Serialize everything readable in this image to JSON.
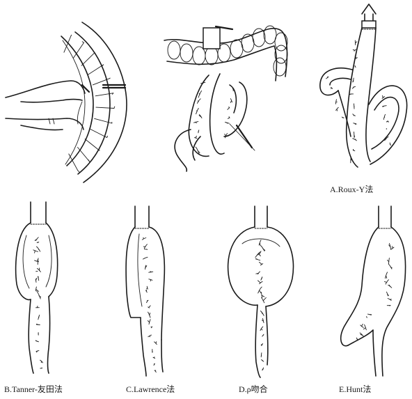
{
  "captions": {
    "a": "A.Roux-Y法",
    "b": "B.Tanner-友田法",
    "c": "C.Lawrence法",
    "d": "D.ρ吻合",
    "e": "E.Hunt法"
  }
}
